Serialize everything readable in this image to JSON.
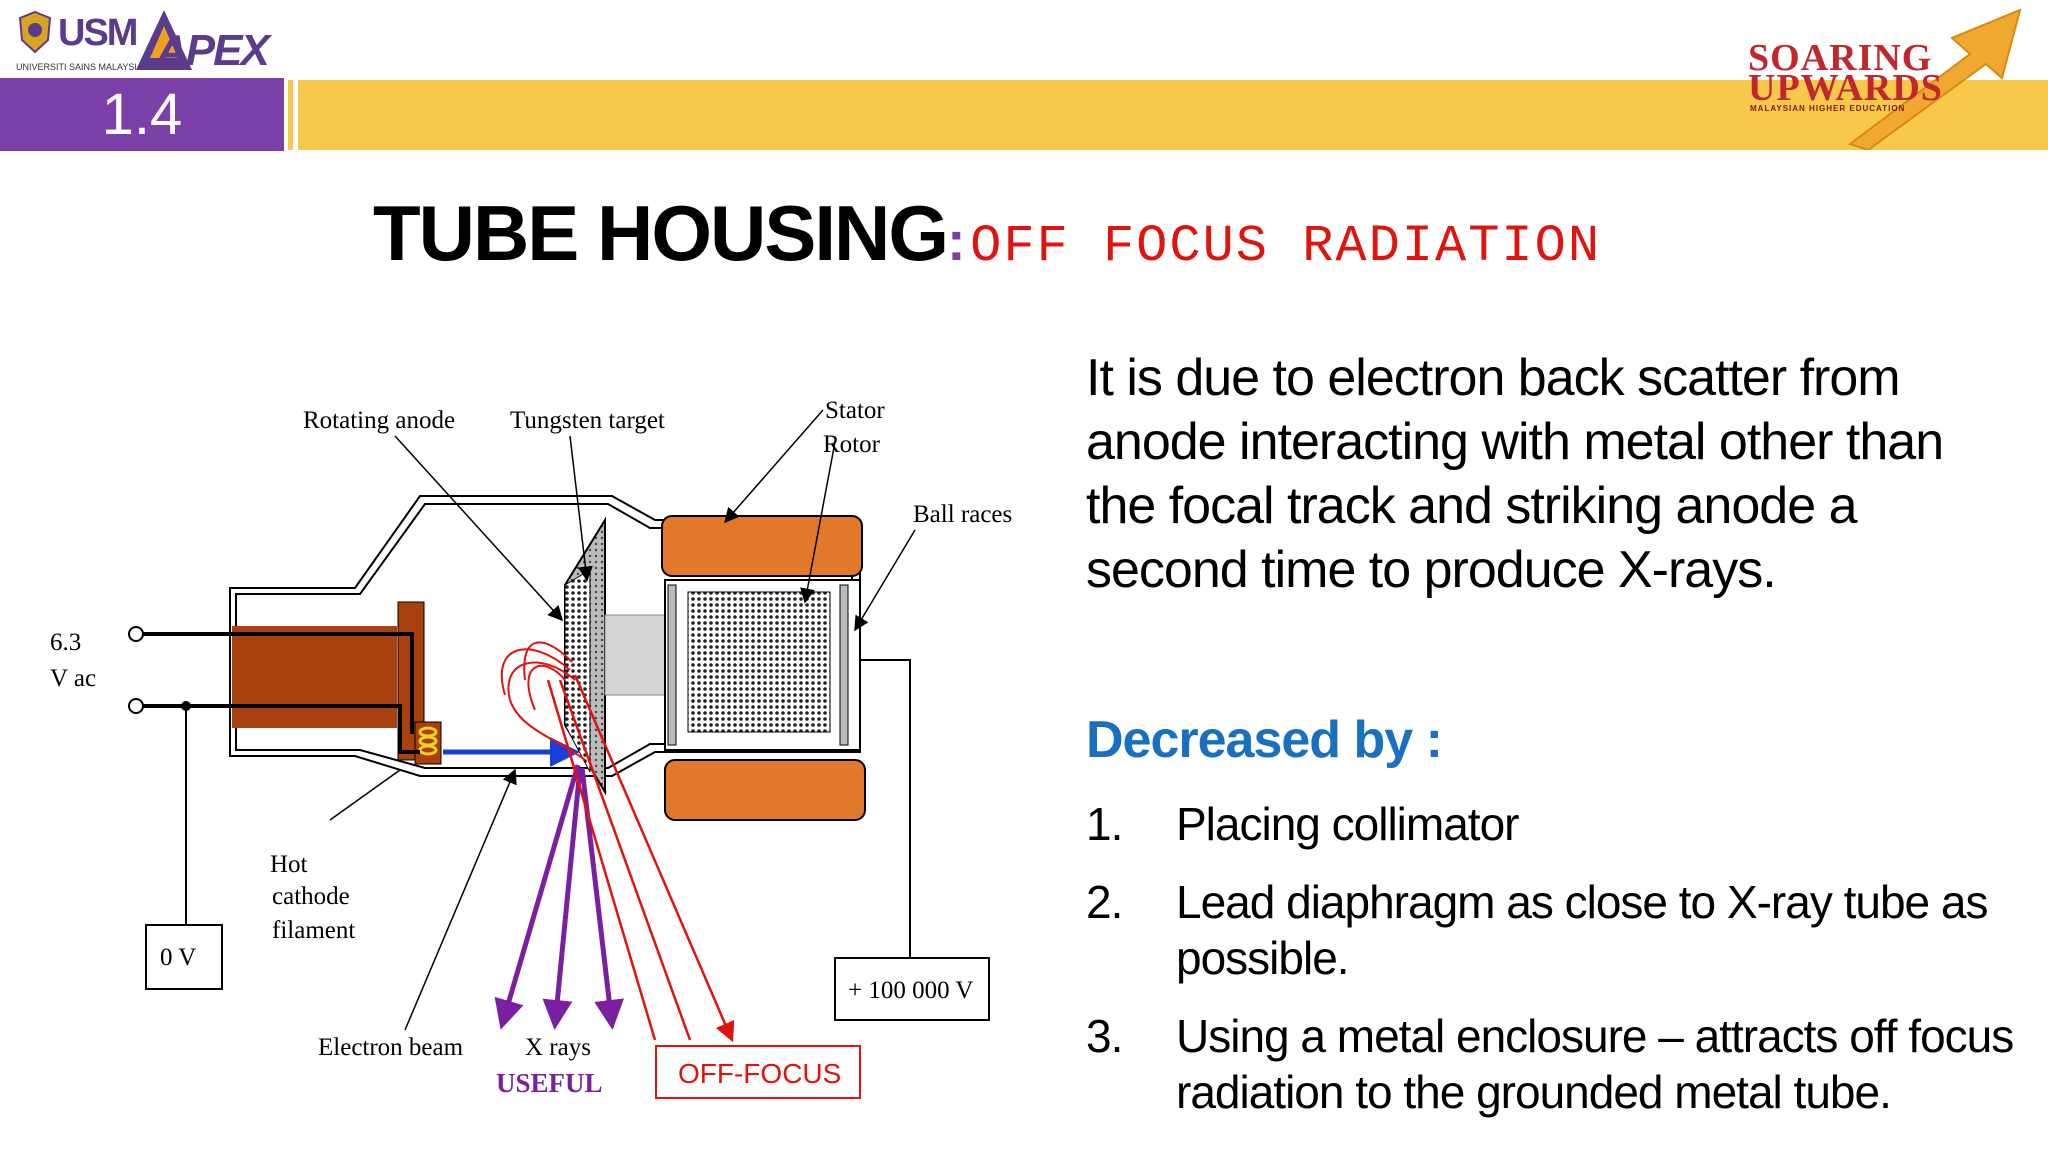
{
  "header": {
    "section_number": "1.4",
    "logo_usm_text": "USM",
    "logo_usm_subtitle": "UNIVERSITI SAINS MALAYSIA",
    "logo_apex_text": "APEX",
    "soaring_line1": "SOARING",
    "soaring_line2": "UPWARDS",
    "soaring_line3": "MALAYSIAN HIGHER EDUCATION",
    "colors": {
      "purple": "#7b3fa8",
      "gold": "#f7c84b",
      "red": "#c0282d"
    }
  },
  "title": {
    "main": "TUBE HOUSING",
    "colon": ":",
    "subtitle": "OFF FOCUS RADIATION"
  },
  "diagram": {
    "labels": {
      "rotating_anode": "Rotating anode",
      "tungsten_target": "Tungsten target",
      "stator": "Stator",
      "rotor": "Rotor",
      "ball_races": "Ball races",
      "voltage_ac_1": "6.3",
      "voltage_ac_2": "V ac",
      "hot_cathode_1": "Hot",
      "hot_cathode_2": "cathode",
      "hot_cathode_3": "filament",
      "zero_v": "0 V",
      "high_v": "+ 100 000 V",
      "electron_beam": "Electron beam",
      "xrays": "X rays",
      "useful": "USEFUL",
      "off_focus": "OFF-FOCUS"
    },
    "colors": {
      "useful": "#7a1fa0",
      "offfocus": "#e0140f",
      "beam": "#1a3fd6",
      "cathode": "#a8410e"
    }
  },
  "content": {
    "description": "It is due to electron back scatter  from anode  interacting with metal other than the focal track and striking anode a second time to produce X-rays.",
    "decreased_heading": "Decreased by :",
    "items": [
      {
        "num": "1.",
        "text": "Placing collimator"
      },
      {
        "num": "2.",
        "text": "Lead diaphragm as close to X-ray tube as possible."
      },
      {
        "num": "3.",
        "text": "Using a metal enclosure – attracts off focus radiation to the grounded metal tube."
      }
    ]
  }
}
